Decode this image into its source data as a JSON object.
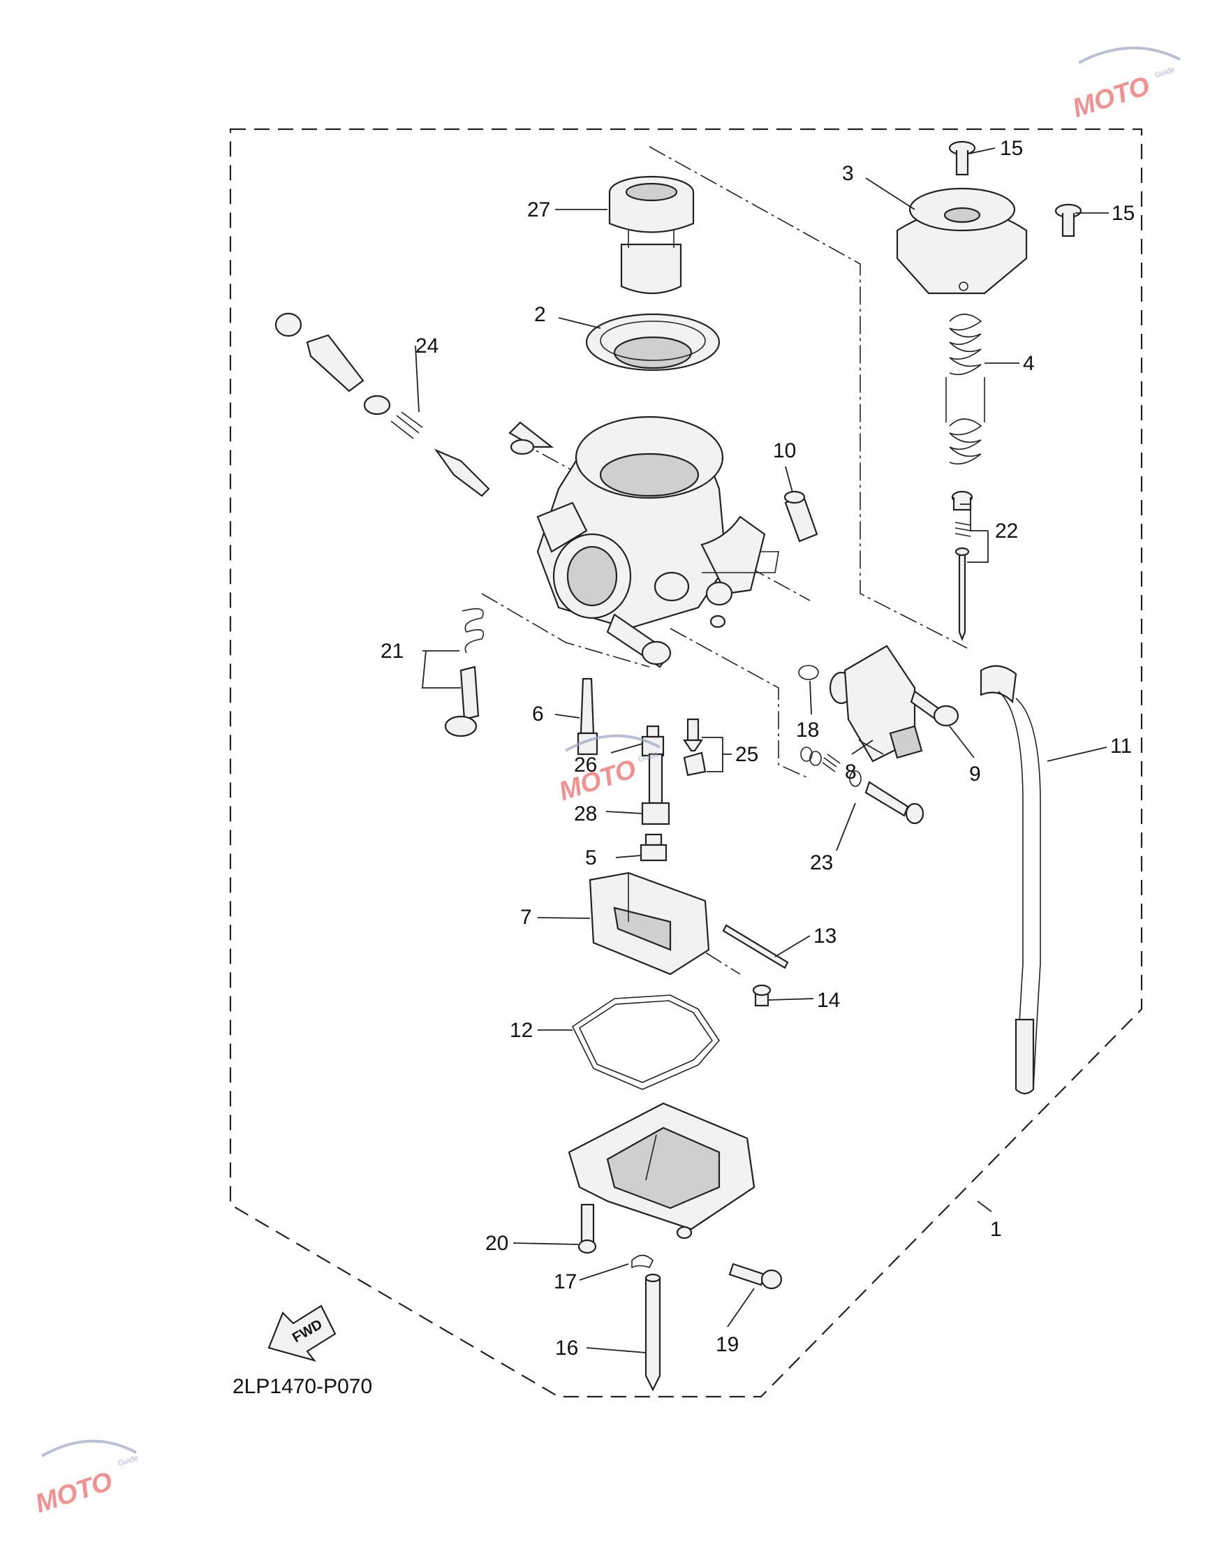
{
  "diagram_code": "2LP1470-P070",
  "fwd_label": "FWD",
  "watermark": {
    "brand": "MOTO",
    "sub": "Guide"
  },
  "callouts": [
    {
      "id": "c1",
      "text": "1"
    },
    {
      "id": "c2",
      "text": "2"
    },
    {
      "id": "c3",
      "text": "3"
    },
    {
      "id": "c4",
      "text": "4"
    },
    {
      "id": "c5",
      "text": "5"
    },
    {
      "id": "c6",
      "text": "6"
    },
    {
      "id": "c7",
      "text": "7"
    },
    {
      "id": "c8",
      "text": "8"
    },
    {
      "id": "c9",
      "text": "9"
    },
    {
      "id": "c10",
      "text": "10"
    },
    {
      "id": "c11",
      "text": "11"
    },
    {
      "id": "c12",
      "text": "12"
    },
    {
      "id": "c13",
      "text": "13"
    },
    {
      "id": "c14",
      "text": "14"
    },
    {
      "id": "c15a",
      "text": "15"
    },
    {
      "id": "c15b",
      "text": "15"
    },
    {
      "id": "c16",
      "text": "16"
    },
    {
      "id": "c17",
      "text": "17"
    },
    {
      "id": "c18",
      "text": "18"
    },
    {
      "id": "c19",
      "text": "19"
    },
    {
      "id": "c20",
      "text": "20"
    },
    {
      "id": "c21",
      "text": "21"
    },
    {
      "id": "c22",
      "text": "22"
    },
    {
      "id": "c23",
      "text": "23"
    },
    {
      "id": "c24",
      "text": "24"
    },
    {
      "id": "c25",
      "text": "25"
    },
    {
      "id": "c26",
      "text": "26"
    },
    {
      "id": "c27",
      "text": "27"
    },
    {
      "id": "c28",
      "text": "28"
    }
  ]
}
